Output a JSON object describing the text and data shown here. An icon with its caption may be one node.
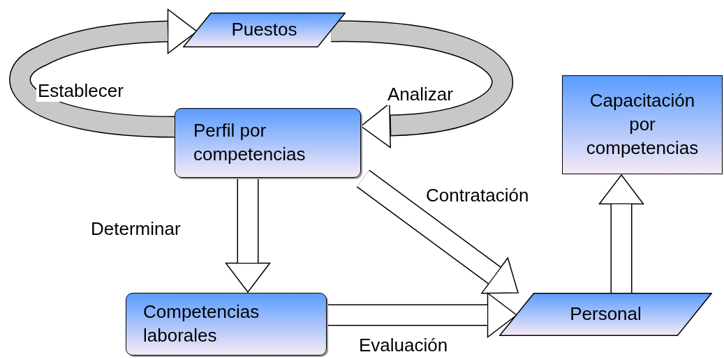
{
  "diagram": {
    "nodes": [
      {
        "text": [
          "Puestos"
        ]
      },
      {
        "text": [
          "Perfil por competencias"
        ]
      },
      {
        "text": [
          "Capacitación por competencias"
        ]
      },
      {
        "text": [
          "Competencias laborales"
        ]
      },
      {
        "text": [
          "Personal"
        ]
      }
    ],
    "edges": [
      {
        "from": 1,
        "to": 0,
        "arrow": "to",
        "label": "Establecer"
      },
      {
        "from": 0,
        "to": 1,
        "arrow": "to",
        "label": "Analizar"
      },
      {
        "from": 1,
        "to": 3,
        "arrow": "to",
        "label": "Determinar"
      },
      {
        "from": 1,
        "to": 4,
        "arrow": "to",
        "label": "Contratación"
      },
      {
        "from": 3,
        "to": 4,
        "arrow": "to",
        "label": "Evaluación"
      },
      {
        "from": 4,
        "to": 2,
        "arrow": "to"
      }
    ]
  }
}
